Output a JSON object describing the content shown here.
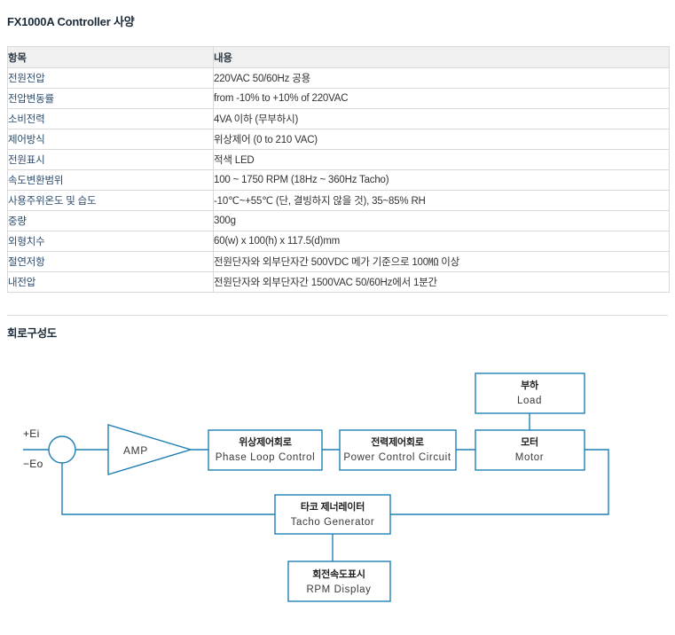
{
  "page": {
    "title": "FX1000A Controller 사양"
  },
  "spec_table": {
    "headers": [
      "항목",
      "내용"
    ],
    "rows": [
      {
        "item": "전원전압",
        "value": "220VAC 50/60Hz 공용"
      },
      {
        "item": "전압변동률",
        "value": "from -10% to +10% of 220VAC"
      },
      {
        "item": "소비전력",
        "value": "4VA 이하 (무부하시)"
      },
      {
        "item": "제어방식",
        "value": "위상제어 (0 to 210 VAC)"
      },
      {
        "item": "전원표시",
        "value": "적색 LED"
      },
      {
        "item": "속도변환범위",
        "value": "100 ~ 1750 RPM (18Hz ~ 360Hz Tacho)"
      },
      {
        "item": "사용주위온도 및 습도",
        "value": "-10℃~+55℃ (단, 결빙하지 않을 것), 35~85% RH"
      },
      {
        "item": "중량",
        "value": "300g"
      },
      {
        "item": "외형치수",
        "value": "60(w) x 100(h) x 117.5(d)mm"
      },
      {
        "item": "절연저항",
        "value": "전원단자와 외부단자간 500VDC 메가 기준으로 100㏁ 이상"
      },
      {
        "item": "내전압",
        "value": "전원단자와 외부단자간 1500VAC 50/60Hz에서 1분간"
      }
    ]
  },
  "diagram": {
    "title": "회로구성도",
    "input_labels": {
      "positive": "+Ei",
      "negative": "−Eo"
    },
    "amp_label": "AMP",
    "blocks": [
      {
        "id": "phase_loop_control",
        "ko": "위상제어회로",
        "en": "Phase Loop Control"
      },
      {
        "id": "power_control_circuit",
        "ko": "전력제어회로",
        "en": "Power Control Circuit"
      },
      {
        "id": "motor",
        "ko": "모터",
        "en": "Motor"
      },
      {
        "id": "load",
        "ko": "부하",
        "en": "Load"
      },
      {
        "id": "tacho_generator",
        "ko": "타코 제너레이터",
        "en": "Tacho Generator"
      },
      {
        "id": "rpm_display",
        "ko": "회전속도표시",
        "en": "RPM Display"
      }
    ]
  },
  "colors": {
    "stroke": "#1f7fb5",
    "header_bg": "#f0f0f0",
    "border": "#d9d9d9",
    "title": "#1c2b39",
    "item_text": "#2b4b6b",
    "value_text": "#333333"
  }
}
